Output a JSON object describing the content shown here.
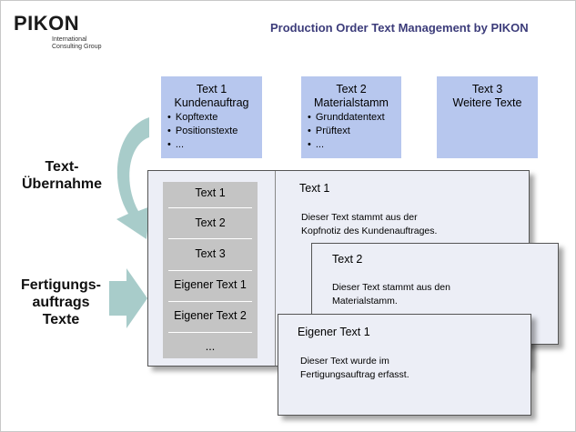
{
  "logo": {
    "name": "PIKON",
    "sub_lines": [
      "International",
      "Consulting Group"
    ]
  },
  "title": "Production Order Text Management by PIKON",
  "top_boxes": [
    {
      "title_lines": [
        "Text 1",
        "Kundenauftrag"
      ],
      "bullets": [
        "Kopftexte",
        "Positionstexte",
        "..."
      ]
    },
    {
      "title_lines": [
        "Text 2",
        "Materialstamm"
      ],
      "bullets": [
        "Grunddatentext",
        "Prüftext",
        "..."
      ]
    },
    {
      "title_lines": [
        "Text 3",
        "Weitere Texte"
      ],
      "bullets": []
    }
  ],
  "side_labels": {
    "uebernahme": [
      "Text-",
      "Übernahme"
    ],
    "fertigung": [
      "Fertigungs-",
      "auftrags",
      "Texte"
    ]
  },
  "list_items": [
    "Text 1",
    "Text 2",
    "Text 3",
    "Eigener Text 1",
    "Eigener Text 2",
    "..."
  ],
  "windows": [
    {
      "title": "Text 1",
      "lines": [
        "Dieser Text stammt aus der",
        "Kopfnotiz des Kundenauftrages."
      ]
    },
    {
      "title": "Text 2",
      "lines": [
        "Dieser Text stammt aus den",
        "Materialstamm."
      ]
    },
    {
      "title": "Eigener Text 1",
      "lines": [
        "Dieser Text wurde im",
        "Fertigungsauftrag erfasst."
      ]
    }
  ],
  "colors": {
    "box_fill": "#b7c7ee",
    "arrow_fill": "#9fc6c4",
    "title_color": "#3c3c7a",
    "window_fill": "#eceef6",
    "list_fill": "#c4c4c4"
  }
}
